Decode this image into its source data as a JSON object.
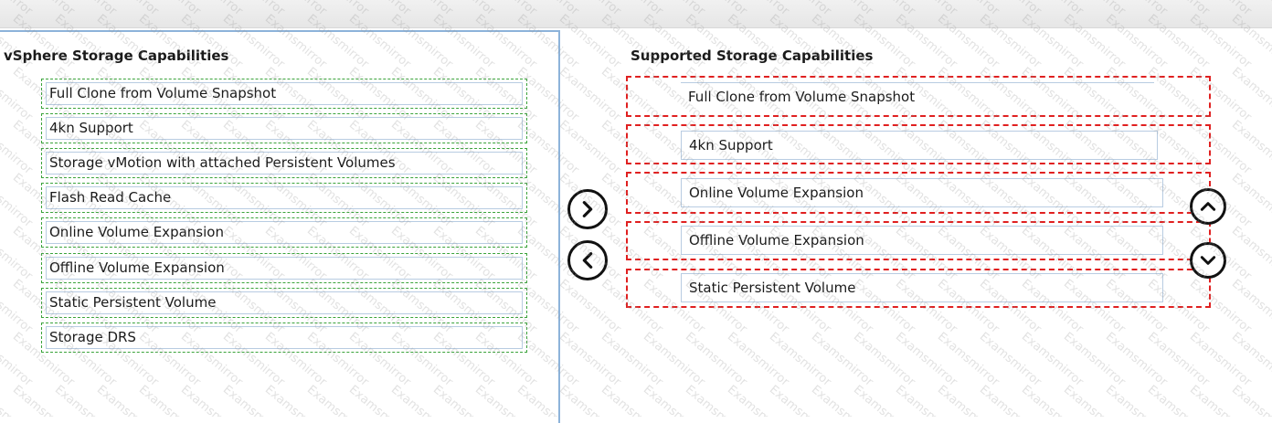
{
  "left_panel": {
    "title": "vSphere Storage Capabilities",
    "items": [
      "Full Clone from Volume Snapshot",
      "4kn Support",
      "Storage vMotion with attached Persistent Volumes",
      "Flash Read Cache",
      "Online Volume Expansion",
      "Offline Volume Expansion",
      "Static Persistent Volume",
      "Storage DRS"
    ]
  },
  "right_panel": {
    "title": "Supported Storage Capabilities",
    "items": [
      "Full Clone from Volume Snapshot",
      "4kn Support",
      "Online Volume Expansion",
      "Offline Volume Expansion",
      "Static Persistent Volume"
    ]
  },
  "controls": {
    "move_right_icon": "chevron-right-icon",
    "move_left_icon": "chevron-left-icon",
    "move_up_icon": "chevron-up-icon",
    "move_down_icon": "chevron-down-icon"
  },
  "watermark": "Examsmirror",
  "colors": {
    "panel_border": "#8db3da",
    "source_dash": "#3aa33a",
    "target_dash": "#e02020"
  }
}
